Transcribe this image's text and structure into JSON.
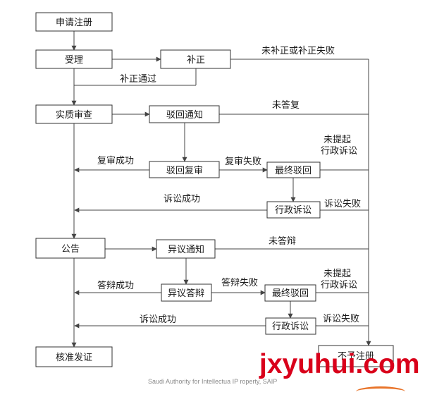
{
  "boxes": {
    "apply": "申请注册",
    "accept": "受理",
    "amend": "补正",
    "substantive_exam": "实质审查",
    "rejection_notice": "驳回通知",
    "rejection_review": "驳回复审",
    "final_rejection_1": "最终驳回",
    "admin_litigation_1": "行政诉讼",
    "publication": "公告",
    "opposition_notice": "异议通知",
    "opposition_reply": "异议答辩",
    "final_rejection_2": "最终驳回",
    "admin_litigation_2": "行政诉讼",
    "approve_certificate": "核准发证",
    "refuse_registration": "不予注册"
  },
  "labels": {
    "amend_fail": "未补正或补正失败",
    "amend_pass": "补正通过",
    "no_reply_1": "未答复",
    "no_suit_1_line1": "未提起",
    "no_suit_1_line2": "行政诉讼",
    "review_success": "复审成功",
    "review_fail": "复审失败",
    "litigation_success_1": "诉讼成功",
    "litigation_fail_1": "诉讼失败",
    "no_defense": "未答辩",
    "no_suit_2_line1": "未提起",
    "no_suit_2_line2": "行政诉讼",
    "defense_success": "答辩成功",
    "defense_fail": "答辩失败",
    "litigation_success_2": "诉讼成功",
    "litigation_fail_2": "诉讼失败"
  },
  "watermark": "jxyuhui.com",
  "source_caption": "Saudi Authority for Intellectua IP roperty, SAIP",
  "colors": {
    "watermark": "#d9001b",
    "line": "#444444"
  }
}
